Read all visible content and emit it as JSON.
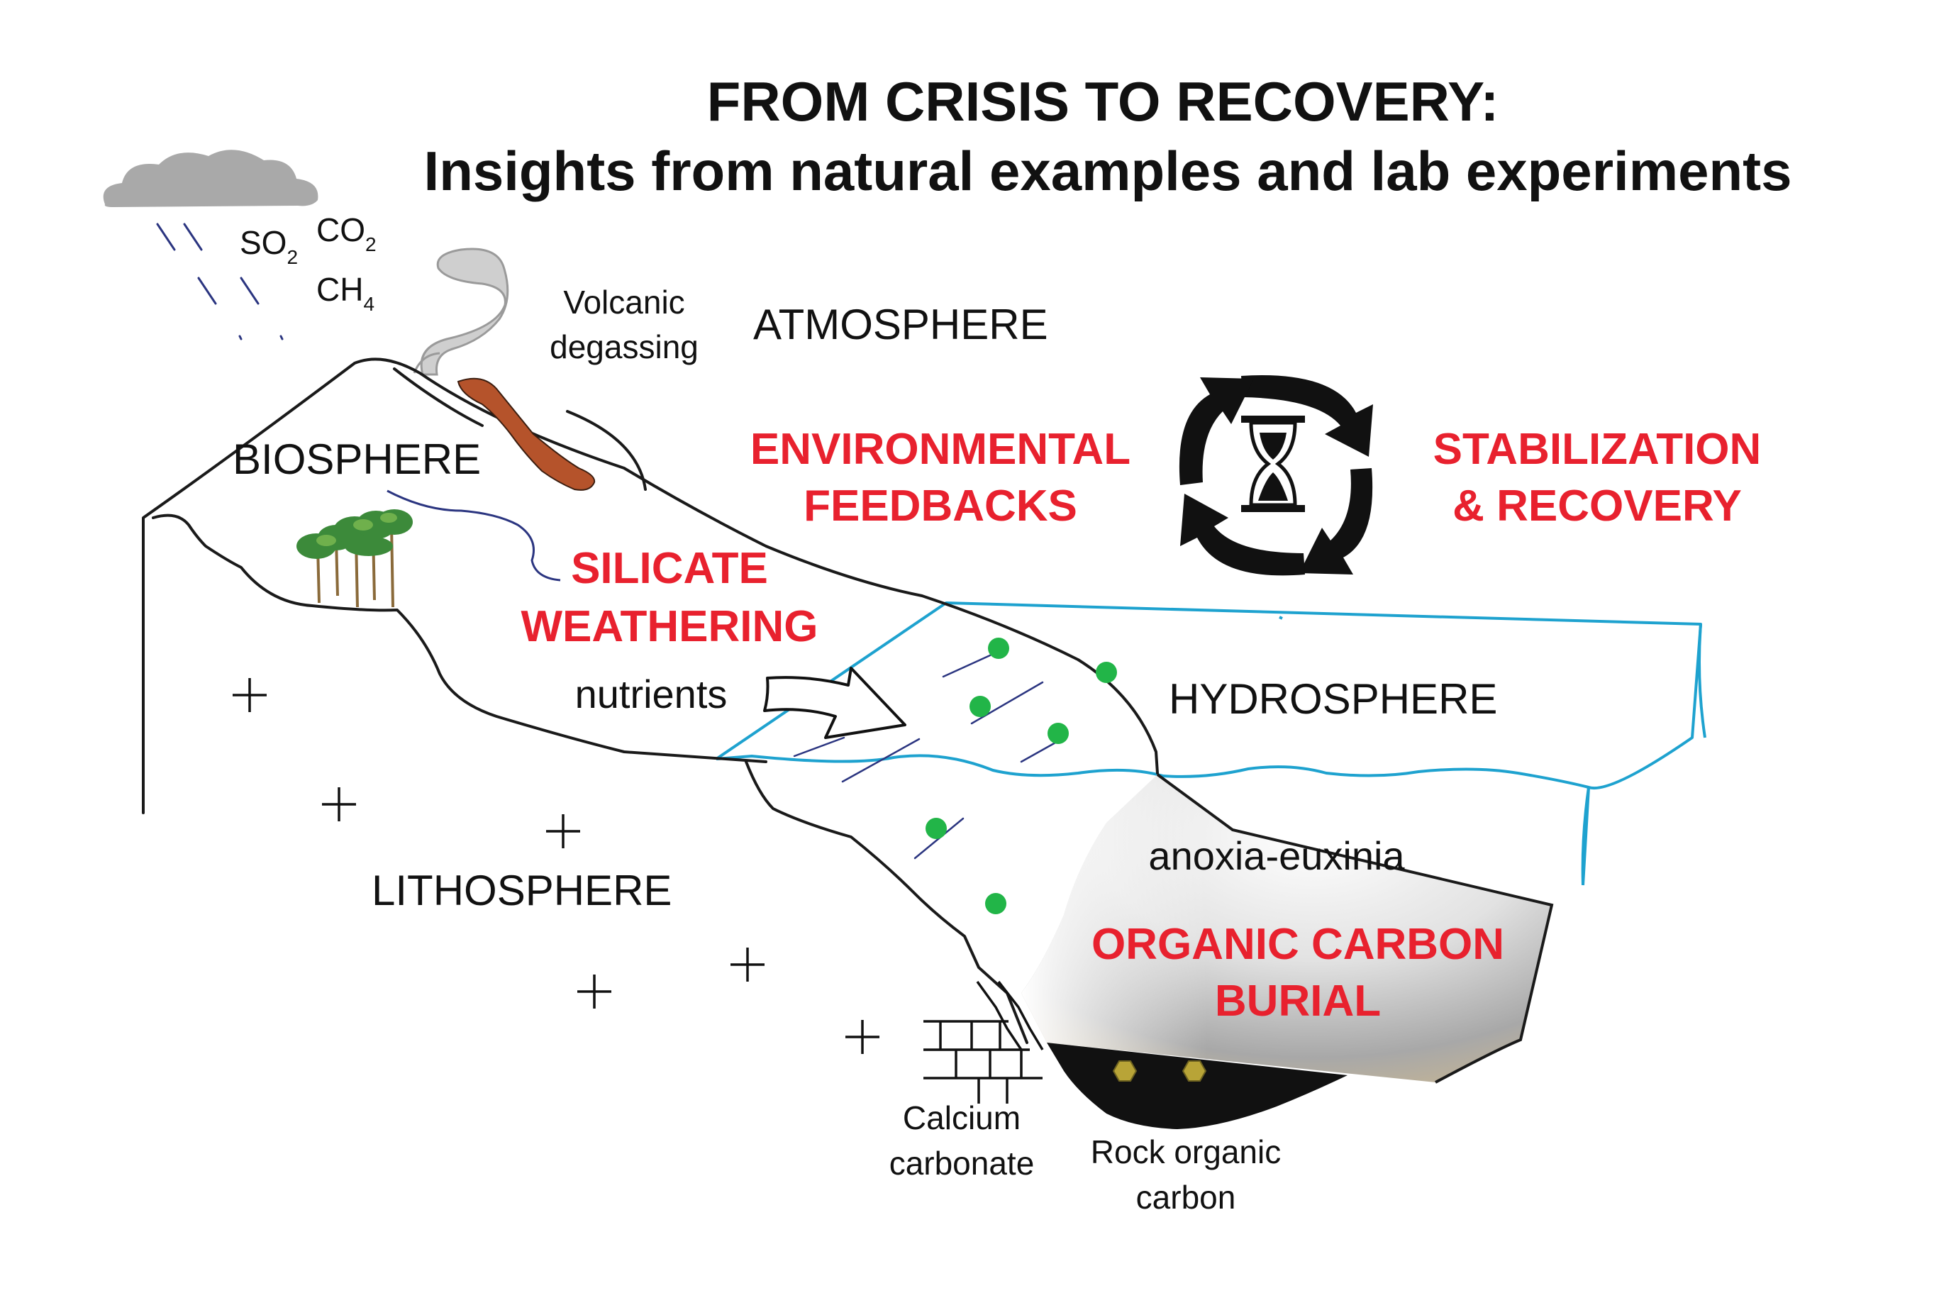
{
  "title": {
    "line1": "FROM CRISIS TO RECOVERY:",
    "line2": "Insights from natural examples and lab experiments"
  },
  "gases": {
    "so2": "SO",
    "so2_sub": "2",
    "co2": "CO",
    "co2_sub": "2",
    "ch4": "CH",
    "ch4_sub": "4"
  },
  "labels": {
    "volcanic_1": "Volcanic",
    "volcanic_2": "degassing",
    "atmosphere": "ATMOSPHERE",
    "biosphere": "BIOSPHERE",
    "hydrosphere": "HYDROSPHERE",
    "lithosphere": "LITHOSPHERE",
    "nutrients": "nutrients",
    "anoxia": "anoxia-euxinia",
    "calcium_1": "Calcium",
    "calcium_2": "carbonate",
    "rock_1": "Rock organic",
    "rock_2": "carbon"
  },
  "processes": {
    "env_1": "ENVIRONMENTAL",
    "env_2": "FEEDBACKS",
    "stab_1": "STABILIZATION",
    "stab_2": "& RECOVERY",
    "sil_1": "SILICATE",
    "sil_2": "WEATHERING",
    "ocb_1": "ORGANIC CARBON",
    "ocb_2": "BURIAL"
  },
  "colors": {
    "accent_red": "#e8212e",
    "water_blue": "#1ea2cf",
    "nutrient_green": "#22b548",
    "lava_brown": "#b5532b",
    "rock_gold": "#b8a437",
    "cloud_gray": "#a9a9a9",
    "rain_navy": "#2b3580"
  },
  "icons": {
    "cycle": "cycle-arrows-icon",
    "timer": "hourglass-icon",
    "cloud": "cloud-icon",
    "trees": "trees-icon"
  }
}
